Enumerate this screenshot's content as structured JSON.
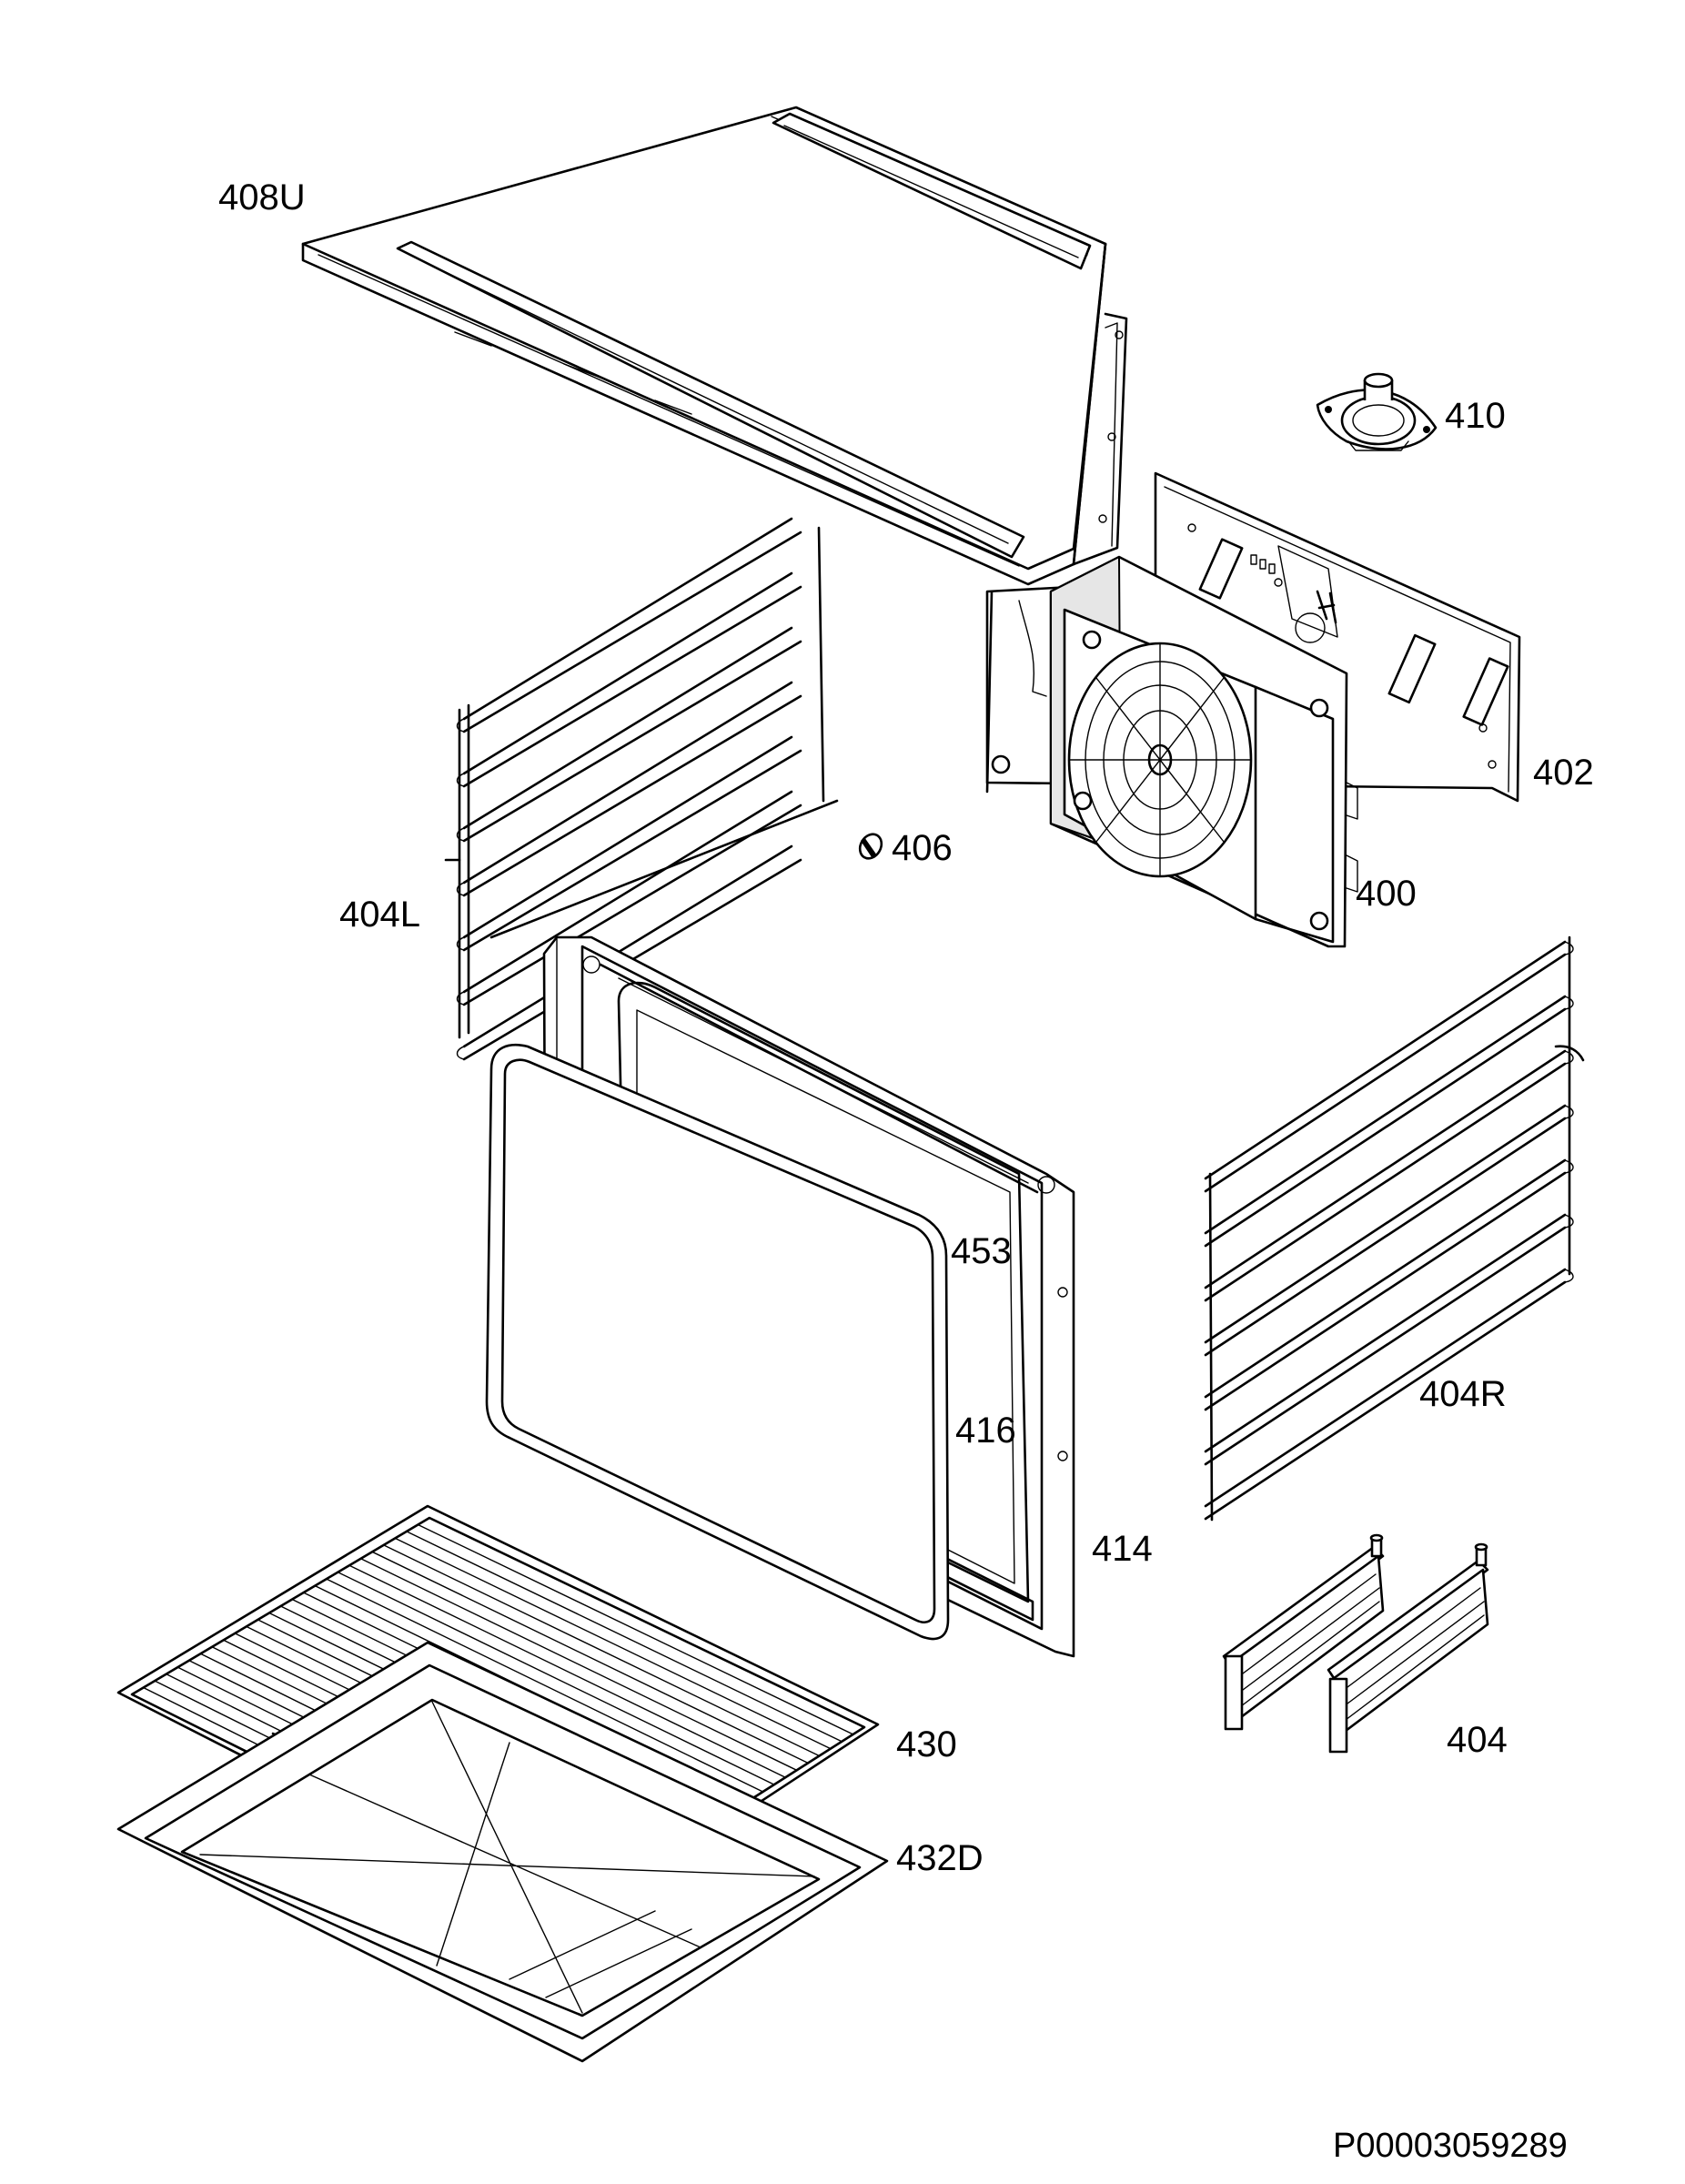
{
  "reference_number": "P00003059289",
  "parts": [
    {
      "id": "top-panel",
      "label": "408U"
    },
    {
      "id": "fan-motor",
      "label": "410"
    },
    {
      "id": "back-wall-panel",
      "label": "402"
    },
    {
      "id": "clip-screw",
      "label": "406"
    },
    {
      "id": "fan-cover",
      "label": "400"
    },
    {
      "id": "shelf-support-left",
      "label": "404L"
    },
    {
      "id": "shelf-support-right",
      "label": "404R"
    },
    {
      "id": "door-seal",
      "label": "416"
    },
    {
      "id": "screw",
      "label": "453"
    },
    {
      "id": "oven-front-frame",
      "label": "414"
    },
    {
      "id": "telescopic-runners",
      "label": "404"
    },
    {
      "id": "wire-shelf",
      "label": "430"
    },
    {
      "id": "baking-tray",
      "label": "432D"
    }
  ]
}
